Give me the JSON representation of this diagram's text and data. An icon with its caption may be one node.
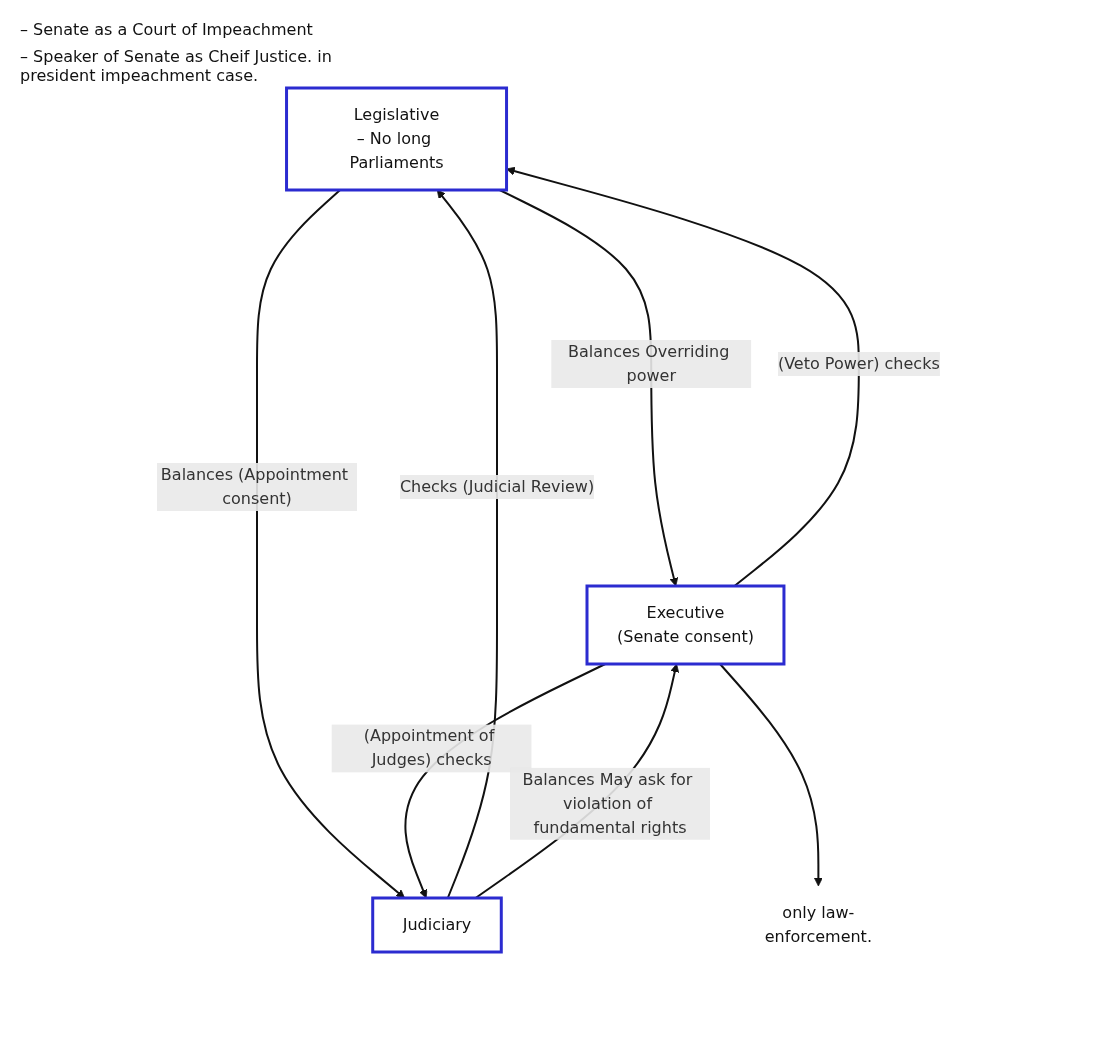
{
  "diagram": {
    "nodes": [
      {
        "text": [
          "Legislative",
          "– No long Parliaments"
        ],
        "beside": [
          "– Senate as a Court of Impeachment",
          "– Speaker of Senate as Cheif Justice. in president impeachment case."
        ]
      },
      {
        "text": [
          "Executive",
          "(Senate consent)"
        ]
      },
      {
        "text": [
          "Judiciary"
        ]
      },
      {
        "text": [
          "only law-enforcement."
        ]
      }
    ],
    "edges": [
      {
        "from": 1,
        "to": 0,
        "arrow": "to",
        "label": "(Veto Power) checks"
      },
      {
        "from": 0,
        "to": 1,
        "arrow": "to",
        "label": "Balances Overriding power"
      },
      {
        "from": 0,
        "to": 2,
        "arrow": "to",
        "label": "Balances (Appointment consent)"
      },
      {
        "from": 2,
        "to": 0,
        "arrow": "to",
        "label": "Checks (Judicial Review)"
      },
      {
        "from": 1,
        "to": 2,
        "arrow": "to",
        "label": "(Appointment of Judges) checks"
      },
      {
        "from": 2,
        "to": 1,
        "arrow": "to",
        "label": "Balances May ask for violation of fundamental rights"
      },
      {
        "from": 1,
        "to": 3,
        "arrow": "to"
      }
    ]
  }
}
